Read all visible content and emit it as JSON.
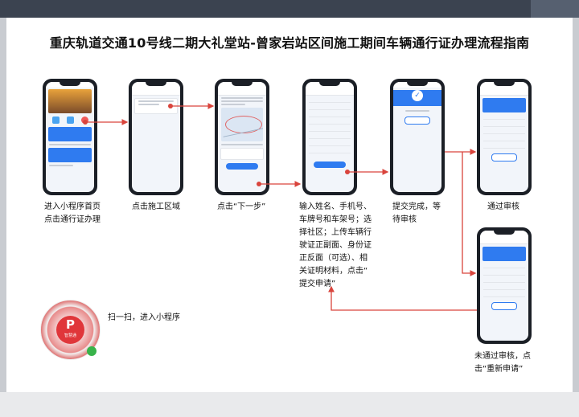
{
  "title": "重庆轨道交通10号线二期大礼堂站-曾家岩站区间施工期间车辆通行证办理流程指南",
  "steps": [
    {
      "label": "进入小程序首页\n点击通行证办理"
    },
    {
      "label": "点击施工区域"
    },
    {
      "label": "点击“下一步”"
    },
    {
      "label": "输入姓名、手机号、\n车牌号和车架号；选\n择社区；上传车辆行\n驶证正副面、身份证\n正反面（可选）、相\n关证明材料，点击“\n提交申请”"
    },
    {
      "label": "提交完成，等\n待审核"
    },
    {
      "label": "通过审核"
    },
    {
      "label": "未通过审核，点\n击“重新申请”"
    }
  ],
  "qr": {
    "caption": "扫一扫，进入小程序",
    "logo_text": "智慧通"
  },
  "colors": {
    "accent": "#2f7bf0",
    "arrow": "#d9443c",
    "frame": "#1b1f26",
    "topbar": "#3b4350"
  }
}
